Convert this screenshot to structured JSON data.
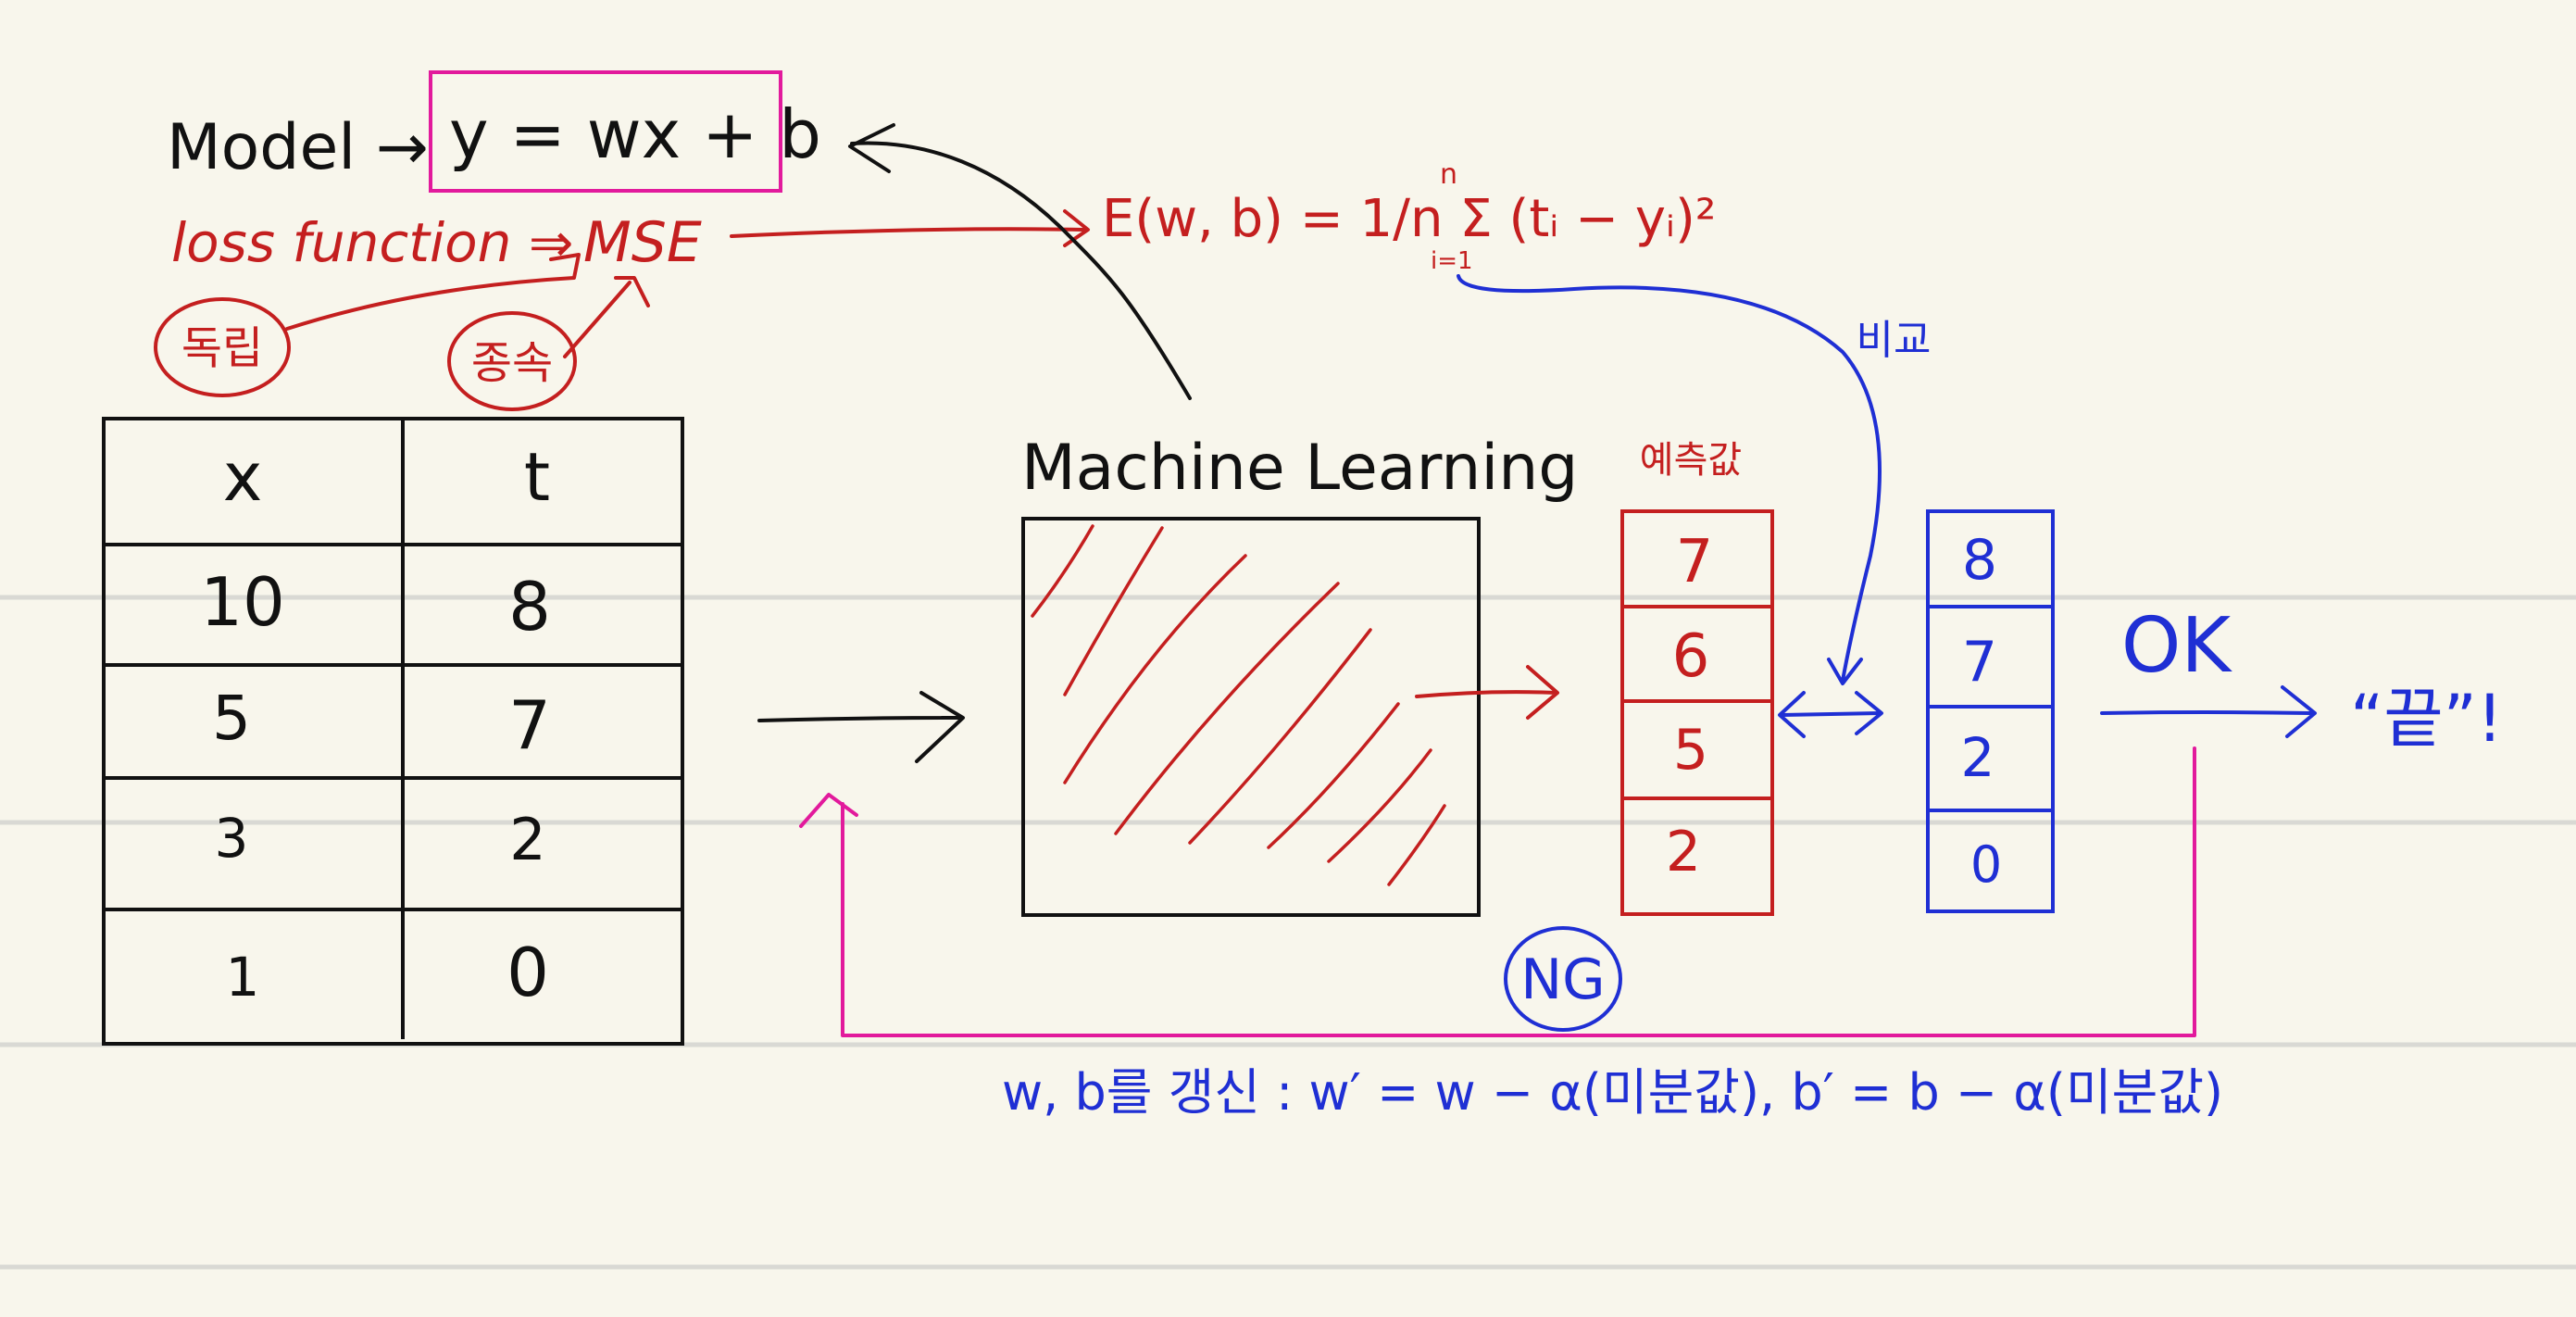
{
  "colors": {
    "paper": "#f8f6ec",
    "ruled_line": "#d9d9d4",
    "black": "#111111",
    "red": "#c41f1f",
    "blue": "#1f2fd4",
    "magenta": "#e21a9c"
  },
  "top": {
    "model_label": "Model →",
    "model_formula": "y = wx + b",
    "loss_label": "loss function ⇒",
    "loss_value": "MSE",
    "error_formula": "E(w, b) = 1/n Σ (tᵢ − yᵢ)²",
    "sum_upper": "n",
    "sum_lower": "i=1",
    "independent_label": "독립",
    "dependent_label": "종속"
  },
  "table": {
    "headers": [
      "x",
      "t"
    ],
    "rows": [
      [
        "10",
        "8"
      ],
      [
        "5",
        "7"
      ],
      [
        "3",
        "2"
      ],
      [
        "1",
        "0"
      ]
    ]
  },
  "ml": {
    "title": "Machine Learning"
  },
  "predicted": {
    "label": "예측값",
    "values": [
      "7",
      "6",
      "5",
      "2"
    ]
  },
  "targets": {
    "values": [
      "8",
      "7",
      "2",
      "0"
    ]
  },
  "compare_label": "비교",
  "ok_label": "OK",
  "end_label": "“끝”!",
  "ng_label": "NG",
  "update_text": "w, b를 갱신 :  w′ = w − α(미분값),  b′ = b − α(미분값)",
  "icons": [
    "arrow-right-icon",
    "double-arrow-icon",
    "curved-arrow-icon"
  ]
}
